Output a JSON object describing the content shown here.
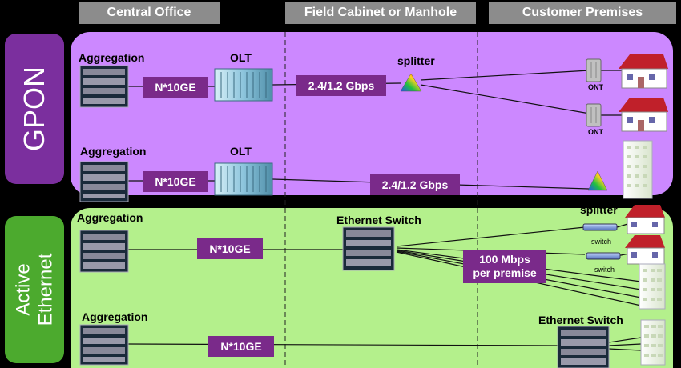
{
  "headers": {
    "central_office": "Central Office",
    "field_cabinet": "Field Cabinet or Manhole",
    "customer_premises": "Customer Premises"
  },
  "sections": {
    "gpon": "GPON",
    "active_ethernet_line1": "Active",
    "active_ethernet_line2": "Ethernet"
  },
  "gpon": {
    "row1": {
      "aggregation": "Aggregation",
      "olt": "OLT",
      "link1": "N*10GE",
      "link2": "2.4/1.2 Gbps",
      "splitter": "splitter",
      "ont1": "ONT",
      "ont2": "ONT"
    },
    "row2": {
      "aggregation": "Aggregation",
      "olt": "OLT",
      "link1": "N*10GE",
      "link2": "2.4/1.2 Gbps",
      "splitter": "splitter"
    }
  },
  "ethernet": {
    "row1": {
      "aggregation": "Aggregation",
      "link1": "N*10GE",
      "switch": "Ethernet Switch",
      "rate_line1": "100 Mbps",
      "rate_line2": "per premise",
      "switch_a": "switch",
      "switch_b": "switch"
    },
    "row2": {
      "aggregation": "Aggregation",
      "link1": "N*10GE",
      "switch": "Ethernet Switch"
    }
  },
  "colors": {
    "gpon_panel": "#cc88ff",
    "gpon_label": "#7b2f9e",
    "ethernet_panel": "#b4f08c",
    "ethernet_label": "#4caa2e",
    "link_box": "#7a2a8a",
    "header": "#8c8c8c"
  }
}
